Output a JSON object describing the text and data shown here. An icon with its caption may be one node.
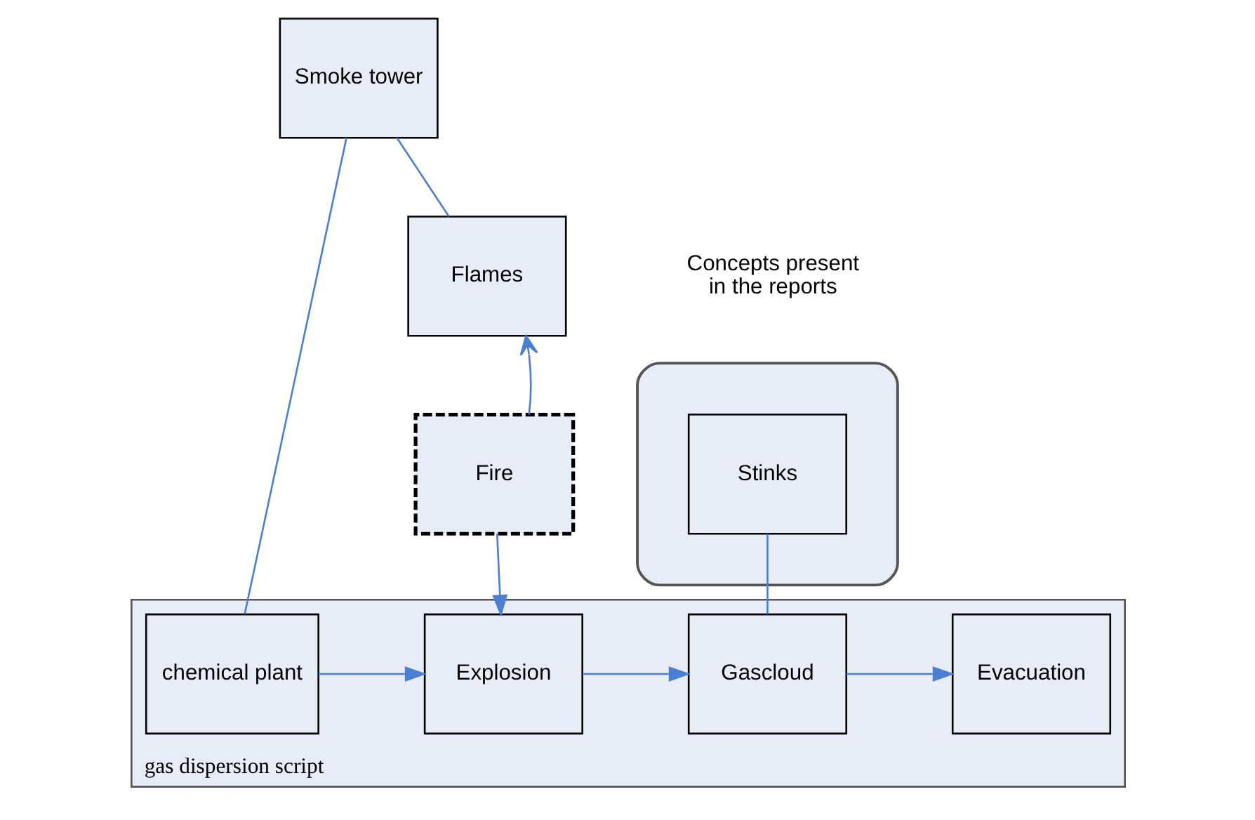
{
  "diagram": {
    "nodes": [
      {
        "text": [
          "Smoke tower"
        ]
      },
      {
        "text": [
          "Flames"
        ]
      },
      {
        "text": [],
        "shape": "star"
      },
      {
        "text": [
          "Stinks"
        ],
        "in": 2
      },
      {
        "text": [
          "Fire"
        ]
      },
      {
        "text": [
          "gas dispersion script"
        ]
      },
      {
        "text": [
          "chemical plant"
        ],
        "in": 5
      },
      {
        "text": [
          "Explosion"
        ],
        "in": 5
      },
      {
        "text": [
          "Gascloud"
        ],
        "in": 5
      },
      {
        "text": [
          "Evacuation"
        ],
        "in": 5
      }
    ],
    "edges": [
      {
        "from": 0,
        "to": 1,
        "arrow": "none"
      },
      {
        "from": 0,
        "to": 6,
        "arrow": "none"
      },
      {
        "from": 4,
        "to": 1,
        "arrow": "to"
      },
      {
        "from": 4,
        "to": 7,
        "arrow": "to"
      },
      {
        "from": 3,
        "to": 8,
        "arrow": "none"
      },
      {
        "from": 6,
        "to": 7,
        "arrow": "to"
      },
      {
        "from": 7,
        "to": 8,
        "arrow": "to"
      },
      {
        "from": 8,
        "to": 9,
        "arrow": "to"
      }
    ],
    "labels": [
      "Concepts present in the reports"
    ]
  }
}
